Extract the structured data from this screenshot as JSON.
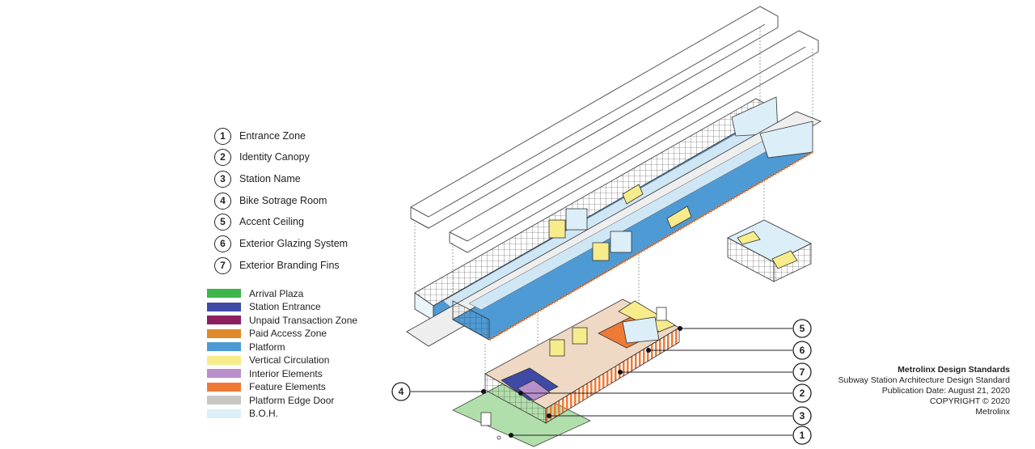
{
  "numbered_legend": [
    {
      "number": "1",
      "label": "Entrance Zone"
    },
    {
      "number": "2",
      "label": "Identity Canopy"
    },
    {
      "number": "3",
      "label": "Station Name"
    },
    {
      "number": "4",
      "label": "Bike Sotrage Room"
    },
    {
      "number": "5",
      "label": "Accent Ceiling"
    },
    {
      "number": "6",
      "label": "Exterior Glazing System"
    },
    {
      "number": "7",
      "label": "Exterior Branding Fins"
    }
  ],
  "color_legend": [
    {
      "label": "Arrival Plaza",
      "color": "#3cb54a"
    },
    {
      "label": "Station Entrance",
      "color": "#3f4aa6"
    },
    {
      "label": "Unpaid Transaction Zone",
      "color": "#8c1f5e"
    },
    {
      "label": "Paid Access Zone",
      "color": "#e0892b"
    },
    {
      "label": "Platform",
      "color": "#4d9ad5"
    },
    {
      "label": "Vertical Circulation",
      "color": "#f6ec8b"
    },
    {
      "label": "Interior Elements",
      "color": "#b88fcb"
    },
    {
      "label": "Feature Elements",
      "color": "#ee7a36"
    },
    {
      "label": "Platform Edge Door",
      "color": "#c9c7c4"
    },
    {
      "label": "B.O.H.",
      "color": "#dceef8"
    }
  ],
  "callouts": [
    "5",
    "6",
    "7",
    "2",
    "3",
    "1",
    "4"
  ],
  "credits": {
    "org": "Metrolinx Design Standards",
    "doc": "Subway Station Architecture Design Standard",
    "date": "Publication Date: August 21, 2020",
    "copyright": "COPYRIGHT © 2020",
    "publisher": "Metrolinx"
  }
}
